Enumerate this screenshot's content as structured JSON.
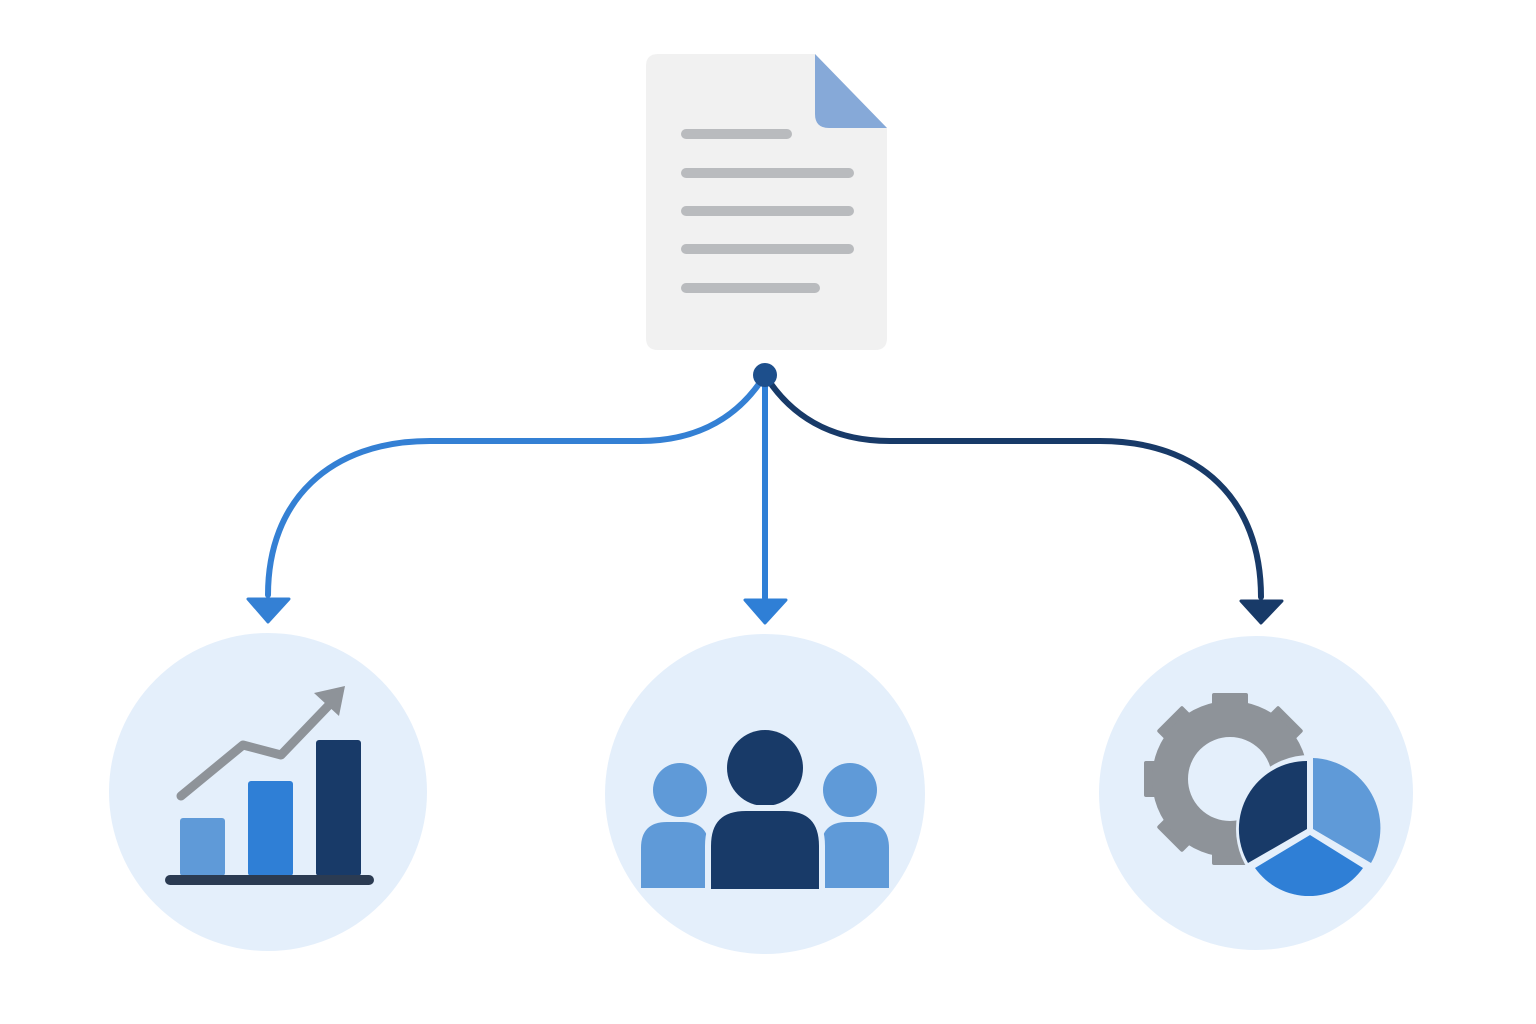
{
  "diagram": {
    "source": {
      "icon": "document-icon",
      "page_color": "#f1f1f1",
      "fold_color": "#86a9d8",
      "line_color": "#b9bbbe"
    },
    "branches": [
      {
        "id": "left",
        "icon": "bar-chart-growth-icon",
        "connector_color": "#3480d4"
      },
      {
        "id": "center",
        "icon": "people-group-icon",
        "connector_color": "#2f7fd6"
      },
      {
        "id": "right",
        "icon": "gear-pie-chart-icon",
        "connector_color": "#183a68"
      }
    ],
    "colors": {
      "circle_bg": "#e4effb",
      "navy": "#183a68",
      "mid_blue": "#2f7fd6",
      "light_blue": "#5f9ad8",
      "gray": "#8e9399",
      "junction": "#1d4f8c"
    }
  }
}
